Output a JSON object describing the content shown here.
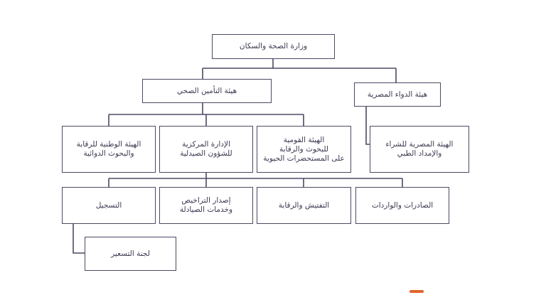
{
  "colors": {
    "box_border": "#4b4a63",
    "connector": "#4b4a63",
    "text": "#3b3a52",
    "accent_stub": "#e0662a"
  },
  "org_chart": {
    "root": "وزارة الصحة والسكان",
    "level1": {
      "insurance": "هيئة التأمين الصحي",
      "drug_authority": "هيئة الدواء المصرية"
    },
    "level2": {
      "national_control": "الهيئة الوطنية للرقابة\nوالبحوث الدوائية",
      "central_admin": "الإدارة المركزية\nللشؤون الصيدلية",
      "national_bio": "الهيئة القومية\nللبحوث والرقابة\nعلى المستحضرات الحيوية",
      "procurement": "الهيئة المصرية للشراء\nوالإمداد الطبي"
    },
    "level3": {
      "registration": "التسجيل",
      "licensing": "إصدار التراخيص\nوخدمات الصيادلة",
      "inspection": "التفتيش والرقابة",
      "imports_exports": "الصادرات والواردات"
    },
    "level4": {
      "pricing": "لجنة التسعير"
    }
  }
}
